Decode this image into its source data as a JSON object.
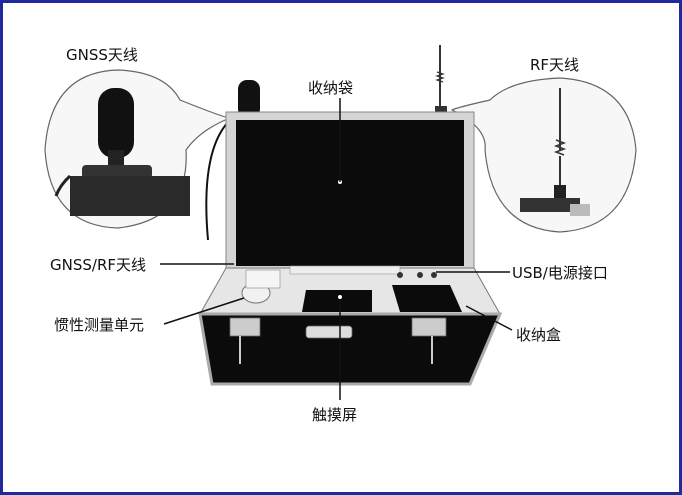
{
  "labels": {
    "gnss_antenna": "GNSS天线",
    "rf_antenna": "RF天线",
    "storage_bag": "收纳袋",
    "gnss_rf_antenna": "GNSS/RF天线",
    "usb_power_port": "USB/电源接口",
    "imu": "惯性测量单元",
    "storage_box": "收纳盒",
    "touch_screen": "触摸屏"
  },
  "colors": {
    "frame": "#1f2a9b",
    "case_dark": "#0b0b0b",
    "case_metal": "#cfcfcf"
  }
}
